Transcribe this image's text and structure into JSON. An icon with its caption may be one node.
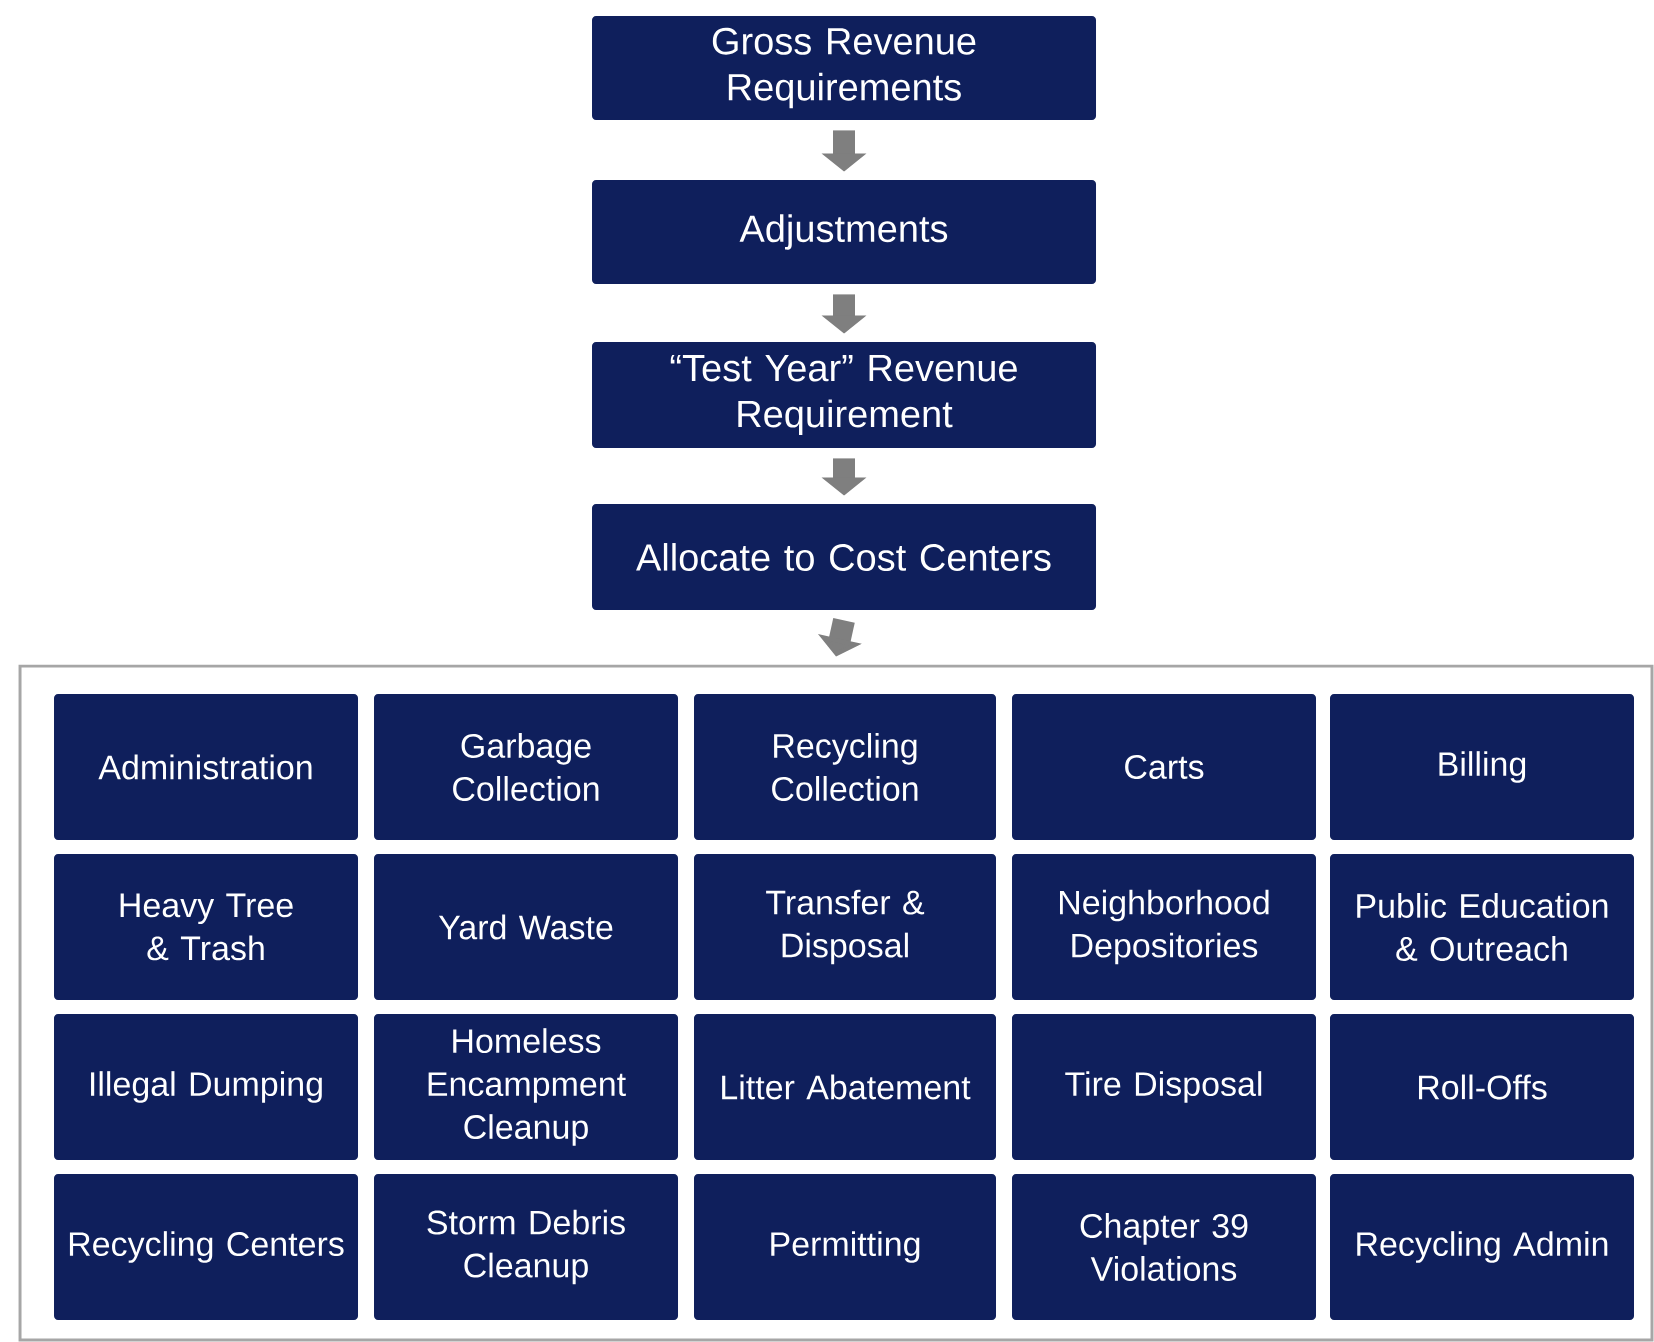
{
  "diagram": {
    "nodes": [
      {
        "text": [
          "Gross Revenue Requirements"
        ]
      },
      {
        "text": [
          "Adjustments"
        ]
      },
      {
        "text": [
          "“Test Year” Revenue Requirement"
        ]
      },
      {
        "text": [
          "Allocate to Cost Centers"
        ]
      },
      {
        "text": [],
        "shape": "box"
      },
      {
        "text": [
          "Administration"
        ],
        "in": 4
      },
      {
        "text": [
          "Garbage Collection"
        ],
        "in": 4
      },
      {
        "text": [
          "Recycling Collection"
        ],
        "in": 4
      },
      {
        "text": [
          "Carts"
        ],
        "in": 4
      },
      {
        "text": [
          "Billing"
        ],
        "in": 4
      },
      {
        "text": [
          "Heavy Tree & Trash"
        ],
        "in": 4
      },
      {
        "text": [
          "Yard Waste"
        ],
        "in": 4
      },
      {
        "text": [
          "Transfer & Disposal"
        ],
        "in": 4
      },
      {
        "text": [
          "Neighborhood Depositories"
        ],
        "in": 4
      },
      {
        "text": [
          "Public Education & Outreach"
        ],
        "in": 4
      },
      {
        "text": [
          "Illegal Dumping"
        ],
        "in": 4
      },
      {
        "text": [
          "Homeless Encampment Cleanup"
        ],
        "in": 4
      },
      {
        "text": [
          "Litter Abatement"
        ],
        "in": 4
      },
      {
        "text": [
          "Tire Disposal"
        ],
        "in": 4
      },
      {
        "text": [
          "Roll-Offs"
        ],
        "in": 4
      },
      {
        "text": [
          "Recycling Centers"
        ],
        "in": 4
      },
      {
        "text": [
          "Storm Debris Cleanup"
        ],
        "in": 4
      },
      {
        "text": [
          "Permitting"
        ],
        "in": 4
      },
      {
        "text": [
          "Chapter 39 Violations"
        ],
        "in": 4
      },
      {
        "text": [
          "Recycling Admin"
        ],
        "in": 4
      }
    ],
    "edges": [
      {
        "from": 0,
        "to": 1,
        "arrow": "to"
      },
      {
        "from": 1,
        "to": 2,
        "arrow": "to"
      },
      {
        "from": 2,
        "to": 3,
        "arrow": "to"
      },
      {
        "from": 3,
        "to": 4,
        "arrow": "to"
      }
    ]
  }
}
